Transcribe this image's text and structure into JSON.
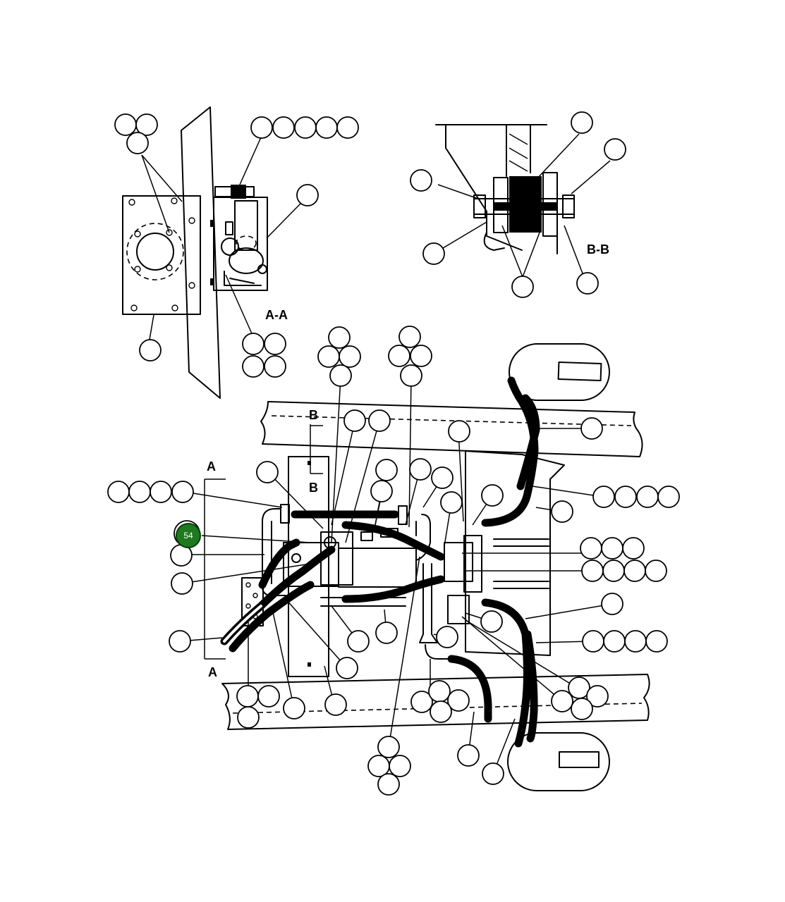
{
  "view_labels": {
    "view_a": "A-A",
    "view_b": "B-B",
    "section_a_top": "A",
    "section_a_bottom": "A",
    "section_b_top": "B",
    "section_b_bottom": "B"
  },
  "highlighted_callout": {
    "number": "54",
    "color": "#1f7a1f"
  },
  "colors": {
    "line": "#000000",
    "background": "#ffffff"
  }
}
